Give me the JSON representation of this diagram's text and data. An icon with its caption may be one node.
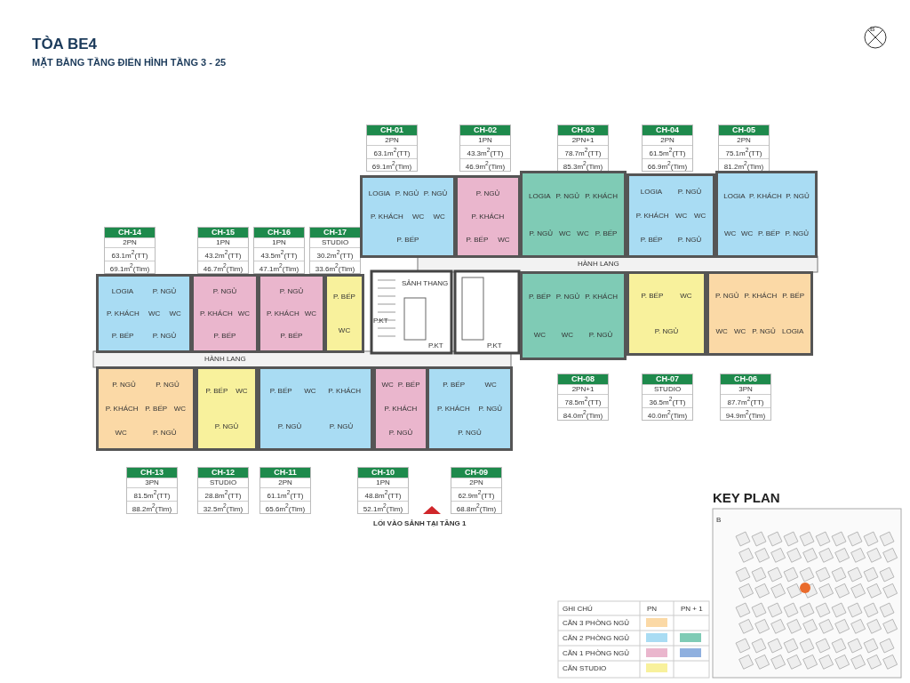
{
  "diagram": {
    "title": "TÒA BE4",
    "nodes": [
      {
        "text": [
          "CH-01",
          "2PN",
          "63.1m$^{2}$(TT)",
          "69.1m$^{2}$(Tim)"
        ]
      },
      {
        "text": [
          "CH-02",
          "1PN",
          "43.3m$^{2}$(TT)",
          "46.9m$^{2}$(Tim)"
        ]
      },
      {
        "text": [
          "CH-03",
          "2PN+1",
          "78.7m$^{2}$(TT)",
          "85.3m$^{2}$(Tim)"
        ]
      },
      {
        "text": [
          "CH-04",
          "2PN",
          "61.5m$^{2}$(TT)",
          "66.9m$^{2}$(Tim)"
        ]
      },
      {
        "text": [
          "CH-05",
          "2PN",
          "75.1m$^{2}$(TT)",
          "81.2m$^{2}$(Tim)"
        ]
      },
      {
        "text": [
          "CH-14",
          "2PN",
          "63.1m$^{2}$(TT)",
          "69.1m$^{2}$(Tim)"
        ]
      },
      {
        "text": [
          "CH-15",
          "1PN",
          "43.2m$^{2}$(TT)",
          "46.7m$^{2}$(Tim)"
        ]
      },
      {
        "text": [
          "CH-16",
          "1PN",
          "43.5m$^{2}$(TT)",
          "47.1m$^{2}$(Tim)"
        ]
      },
      {
        "text": [
          "CH-17",
          "STUDIO",
          "30.2m$^{2}$(TT)",
          "33.6m$^{2}$(Tim)"
        ]
      },
      {
        "text": [
          "CH-08",
          "2PN+1",
          "78.5m$^{2}$(TT)",
          "84.0m$^{2}$(Tim)"
        ]
      },
      {
        "text": [
          "CH-07",
          "STUDIO",
          "36.5m$^{2}$(TT)",
          "40.0m$^{2}$(Tim)"
        ]
      },
      {
        "text": [
          "CH-06",
          "3PN",
          "87.7m$^{2}$(TT)",
          "94.9m$^{2}$(Tim)"
        ]
      },
      {
        "text": [
          "CH-13",
          "3PN",
          "81.5m$^{2}$(TT)",
          "88.2m$^{2}$(Tim)"
        ]
      },
      {
        "text": [
          "CH-12",
          "STUDIO",
          "28.8m$^{2}$(TT)",
          "32.5m$^{2}$(Tim)"
        ]
      },
      {
        "text": [
          "CH-11",
          "2PN",
          "61.1m$^{2}$(TT)",
          "65.6m$^{2}$(Tim)"
        ]
      },
      {
        "text": [
          "CH-10",
          "1PN",
          "48.8m$^{2}$(TT)",
          "52.1m$^{2}$(Tim)"
        ]
      },
      {
        "text": [
          "CH-09",
          "2PN",
          "62.9m$^{2}$(TT)",
          "68.8m$^{2}$(Tim)"
        ]
      },
      {
        "text": [
          "LOGIA",
          "P. NGỦ",
          "P. NGỦ",
          "P. KHÁCH",
          "WC",
          "WC",
          "P. BẾP"
        ]
      },
      {
        "text": [
          "P. NGỦ",
          "P. KHÁCH",
          "P. BẾP",
          "WC"
        ]
      },
      {
        "text": [
          "LOGIA",
          "P. NGỦ",
          "P. KHÁCH",
          "P. NGỦ",
          "WC",
          "WC",
          "P. BẾP"
        ]
      },
      {
        "text": [
          "LOGIA",
          "P. NGỦ",
          "P. KHÁCH",
          "WC",
          "WC",
          "P. BẾP",
          "P. NGỦ"
        ]
      },
      {
        "text": [
          "LOGIA",
          "P. KHÁCH",
          "P. NGỦ",
          "WC",
          "WC",
          "P. BẾP",
          "P. NGỦ"
        ]
      },
      {
        "text": [
          "LOGIA",
          "P. NGỦ",
          "P. KHÁCH",
          "WC",
          "WC",
          "P. BẾP",
          "P. NGỦ"
        ]
      },
      {
        "text": [
          "P. NGỦ",
          "P. KHÁCH",
          "WC",
          "P. BẾP"
        ]
      },
      {
        "text": [
          "P. NGỦ",
          "P. KHÁCH",
          "WC",
          "P. BẾP"
        ]
      },
      {
        "text": [
          "P. BẾP",
          "WC"
        ]
      },
      {
        "text": [
          "P. BẾP",
          "P. NGỦ",
          "P. KHÁCH",
          "WC",
          "WC",
          "P. NGỦ"
        ]
      },
      {
        "text": [
          "P. BẾP",
          "WC",
          "P. NGỦ"
        ]
      },
      {
        "text": [
          "P. NGỦ",
          "P. KHÁCH",
          "P. BẾP",
          "WC",
          "WC",
          "P. NGỦ",
          "LOGIA"
        ]
      },
      {
        "text": [
          "P. NGỦ",
          "P. NGỦ",
          "P. KHÁCH",
          "P. BẾP",
          "WC",
          "WC",
          "P. NGỦ"
        ]
      },
      {
        "text": [
          "P. BẾP",
          "WC",
          "P. NGỦ"
        ]
      },
      {
        "text": [
          "P. BẾP",
          "WC",
          "P. KHÁCH",
          "P. NGỦ",
          "P. NGỦ"
        ]
      },
      {
        "text": [
          "WC",
          "P. BẾP",
          "P. KHÁCH",
          "P. NGỦ"
        ]
      },
      {
        "text": [
          "P. BẾP",
          "WC",
          "P. KHÁCH",
          "P. NGỦ",
          "P. NGỦ"
        ]
      }
    ],
    "labels": [
      "MẶT BẰNG TẦNG ĐIỂN HÌNH TẦNG 3 - 25",
      "B",
      "HÀNH LANG",
      "SẢNH THANG",
      "P.KT",
      "P.KT",
      "P.KT",
      "HÀNH LANG",
      "LỐI VÀO SẢNH TẠI TẦNG 1",
      "KEY PLAN",
      "B",
      "GHI CHÚ",
      "PN",
      "PN + 1"
    ],
    "legend": [
      {
        "text": "CĂN 3 PHÒNG NGỦ",
        "color": "#fbd9a6"
      },
      {
        "text": "CĂN 2 PHÒNG NGỦ",
        "color": "#a9dcf3"
      },
      {
        "text": "CĂN 1 PHÒNG NGỦ",
        "color": "#eab6cd"
      },
      {
        "text": "CĂN STUDIO",
        "color": "#f8f19c"
      }
    ]
  }
}
